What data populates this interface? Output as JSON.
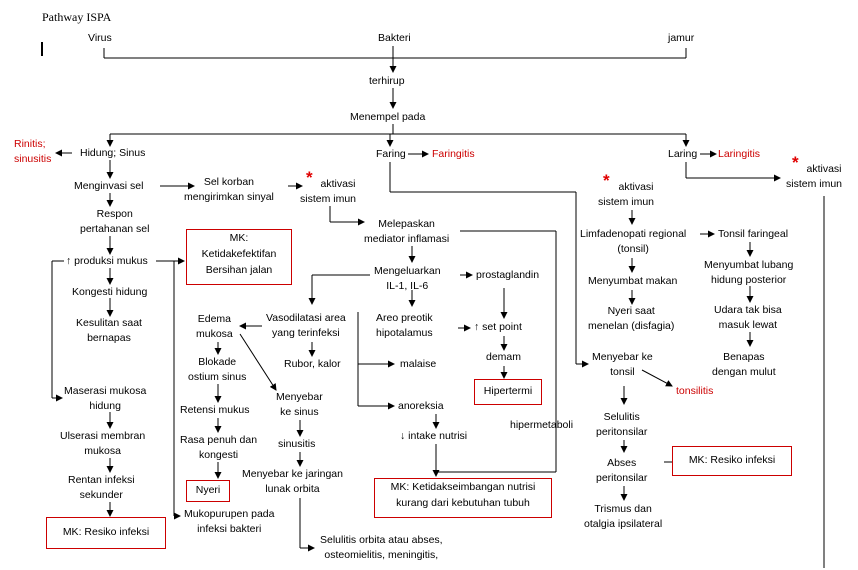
{
  "title": "Pathway ISPA",
  "causes": {
    "virus": "Virus",
    "bakteri": "Bakteri",
    "jamur": "jamur"
  },
  "top": {
    "terhirup": "terhirup",
    "menempel": "Menempel pada"
  },
  "sites": {
    "hidung": "Hidung; Sinus",
    "faring": "Faring",
    "faringitis": "Faringitis",
    "laring": "Laring",
    "laringitis": "Laringitis"
  },
  "left": {
    "rinitis_1": "Rinitis;",
    "rinitis_2": "sinusitis",
    "menginvasi": "Menginvasi sel",
    "respon_1": "Respon",
    "respon_2": "pertahanan sel",
    "produksi": "↑ produksi mukus",
    "kongesti": "Kongesti hidung",
    "kesulitan_1": "Kesulitan saat",
    "kesulitan_2": "bernapas",
    "maserasi_1": "Maserasi mukosa",
    "maserasi_2": "hidung",
    "ulserasi_1": "Ulserasi membran",
    "ulserasi_2": "mukosa",
    "rentan_1": "Rentan infeksi",
    "rentan_2": "sekunder",
    "mk_resiko": "MK: Resiko infeksi",
    "mk_ketidak_1": "MK:",
    "mk_ketidak_2": "Ketidakefektifan",
    "mk_ketidak_3": "Bersihan jalan"
  },
  "middle": {
    "sel_korban_1": "Sel korban",
    "sel_korban_2": "mengirimkan sinyal",
    "aktivasi_1": "aktivasi",
    "aktivasi_2": "sistem imun",
    "melepaskan_1": "Melepaskan",
    "melepaskan_2": "mediator inflamasi",
    "mengeluarkan_1": "Mengeluarkan",
    "mengeluarkan_2": "IL-1, IL-6",
    "prostaglandin": "prostaglandin",
    "areo_1": "Areo preotik",
    "areo_2": "hipotalamus",
    "setpoint": "↑ set point",
    "demam": "demam",
    "hipertermi": "Hipertermi",
    "vaso_1": "Vasodilatasi area",
    "vaso_2": "yang terinfeksi",
    "rubor": "Rubor, kalor",
    "malaise": "malaise",
    "anoreksia": "anoreksia",
    "intake": "↓ intake nutrisi",
    "hipermetaboli": "hipermetaboli",
    "mk_nutrisi_1": "MK: Ketidakseimbangan nutrisi",
    "mk_nutrisi_2": "kurang dari kebutuhan tubuh",
    "edema_1": "Edema",
    "edema_2": "mukosa",
    "blokade_1": "Blokade",
    "blokade_2": "ostium sinus",
    "retensi": "Retensi mukus",
    "rasa_1": "Rasa penuh dan",
    "rasa_2": "kongesti",
    "nyeri": "Nyeri",
    "menyebar_sinus_1": "Menyebar",
    "menyebar_sinus_2": "ke sinus",
    "sinusitis": "sinusitis",
    "jaringan_1": "Menyebar ke jaringan",
    "jaringan_2": "lunak orbita",
    "mukopurupen_1": "Mukopurupen pada",
    "mukopurupen_2": "infeksi bakteri",
    "selulitis_orbita_1": "Selulitis orbita atau abses,",
    "selulitis_orbita_2": "osteomielitis, meningitis,"
  },
  "right": {
    "aktivasi_1": "aktivasi",
    "aktivasi_2": "sistem imun",
    "limfa_1": "Limfadenopati regional",
    "limfa_2": "(tonsil)",
    "menyumbat_makan": "Menyumbat makan",
    "nyeri_1": "Nyeri  saat",
    "nyeri_2": "menelan (disfagia)",
    "menyebar_tonsil_1": "Menyebar ke",
    "menyebar_tonsil_2": "tonsil",
    "tonsilitis": "tonsilitis",
    "selulitis_1": "Selulitis",
    "selulitis_2": "peritonsilar",
    "abses_1": "Abses",
    "abses_2": "peritonsilar",
    "mk_resiko": "MK: Resiko infeksi",
    "trismus_1": "Trismus dan",
    "trismus_2": "otalgia ipsilateral",
    "tonsil_faringeal": "Tonsil faringeal",
    "lubang_1": "Menyumbat lubang",
    "lubang_2": "hidung posterior",
    "udara_1": "Udara tak bisa",
    "udara_2": "masuk lewat",
    "benapas_1": "Benapas",
    "benapas_2": "dengan mulut",
    "aktivasi_far_1": "aktivasi",
    "aktivasi_far_2": "sistem imun"
  },
  "marks": {
    "asterisk": "*"
  }
}
